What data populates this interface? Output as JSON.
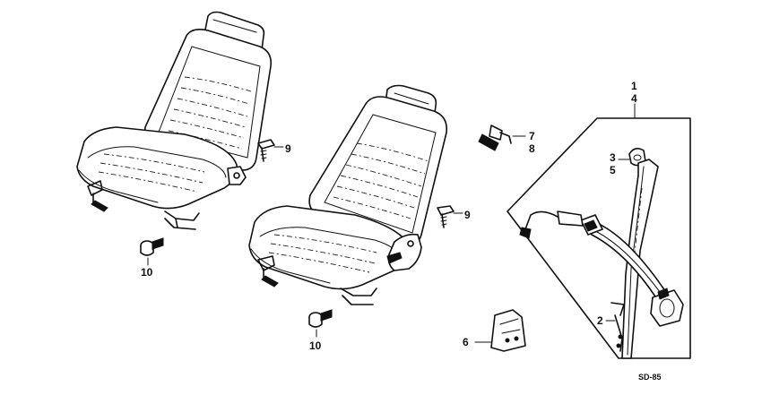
{
  "diagram": {
    "drawing_code": "SD-85",
    "callouts": {
      "c1": "1",
      "c4": "4",
      "c3": "3",
      "c5": "5",
      "c7": "7",
      "c8": "8",
      "c9a": "9",
      "c9b": "9",
      "c10a": "10",
      "c10b": "10",
      "c2": "2",
      "c6": "6"
    }
  }
}
